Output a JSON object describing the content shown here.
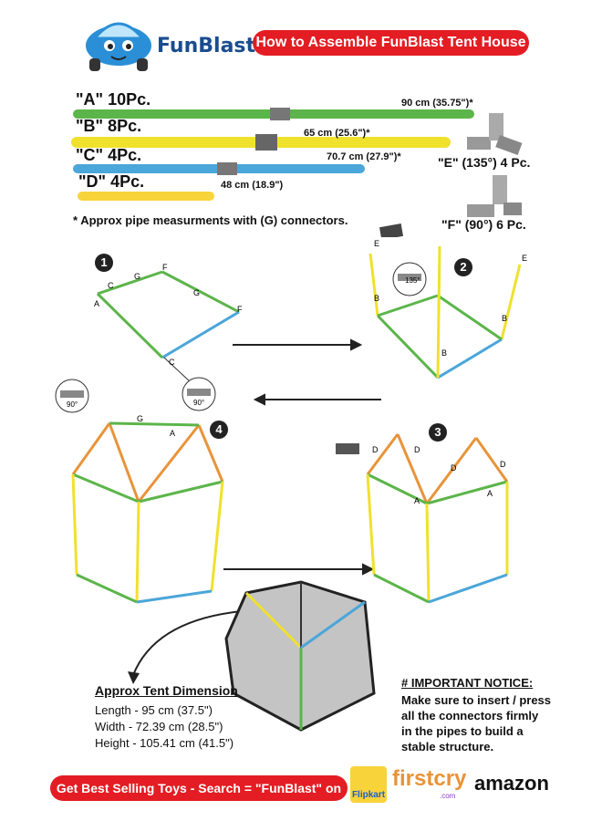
{
  "brand": {
    "name": "FunBlast"
  },
  "header": {
    "title": "How to Assemble FunBlast Tent House"
  },
  "pieces": [
    {
      "label": "\"A\" 10Pc.",
      "measure": "90 cm (35.75\")*",
      "color": "#5cb54a"
    },
    {
      "label": "\"B\" 8Pc.",
      "measure": "65 cm (25.6\")*",
      "color": "#f0e12d"
    },
    {
      "label": "\"C\" 4Pc.",
      "measure": "70.7 cm (27.9\")*",
      "color": "#4ba6d9"
    },
    {
      "label": "\"D\" 4Pc.",
      "measure": "48 cm (18.9\")",
      "color": "#f7d43a"
    }
  ],
  "connectors": [
    {
      "label": "\"E\" (135°) 4 Pc."
    },
    {
      "label": "\"F\" (90°) 6 Pc."
    }
  ],
  "note": "* Approx pipe measurments with (G) connectors.",
  "steps": [
    "1",
    "2",
    "3",
    "4"
  ],
  "angles": {
    "a135": "135°",
    "a90": "90°"
  },
  "dimension": {
    "title": "Approx Tent Dimension",
    "length": "Length - 95 cm (37.5\")",
    "width": "Width - 72.39 cm (28.5\")",
    "height": "Height - 105.41 cm (41.5\")"
  },
  "notice": {
    "title": "# IMPORTANT NOTICE:",
    "lines": [
      "Make sure to insert / press",
      "all the connectors firmly",
      "in the pipes to build a",
      "stable structure."
    ]
  },
  "footer": {
    "text": "Get Best Selling Toys - Search = \"FunBlast\" on"
  },
  "stores": {
    "flipkart": "Flipkart",
    "firstcry": "firstcry",
    "firstcry_sub": ".com",
    "amazon": "amazon"
  },
  "letters": {
    "A": "A",
    "B": "B",
    "C": "C",
    "D": "D",
    "E": "E",
    "F": "F",
    "G": "G"
  }
}
